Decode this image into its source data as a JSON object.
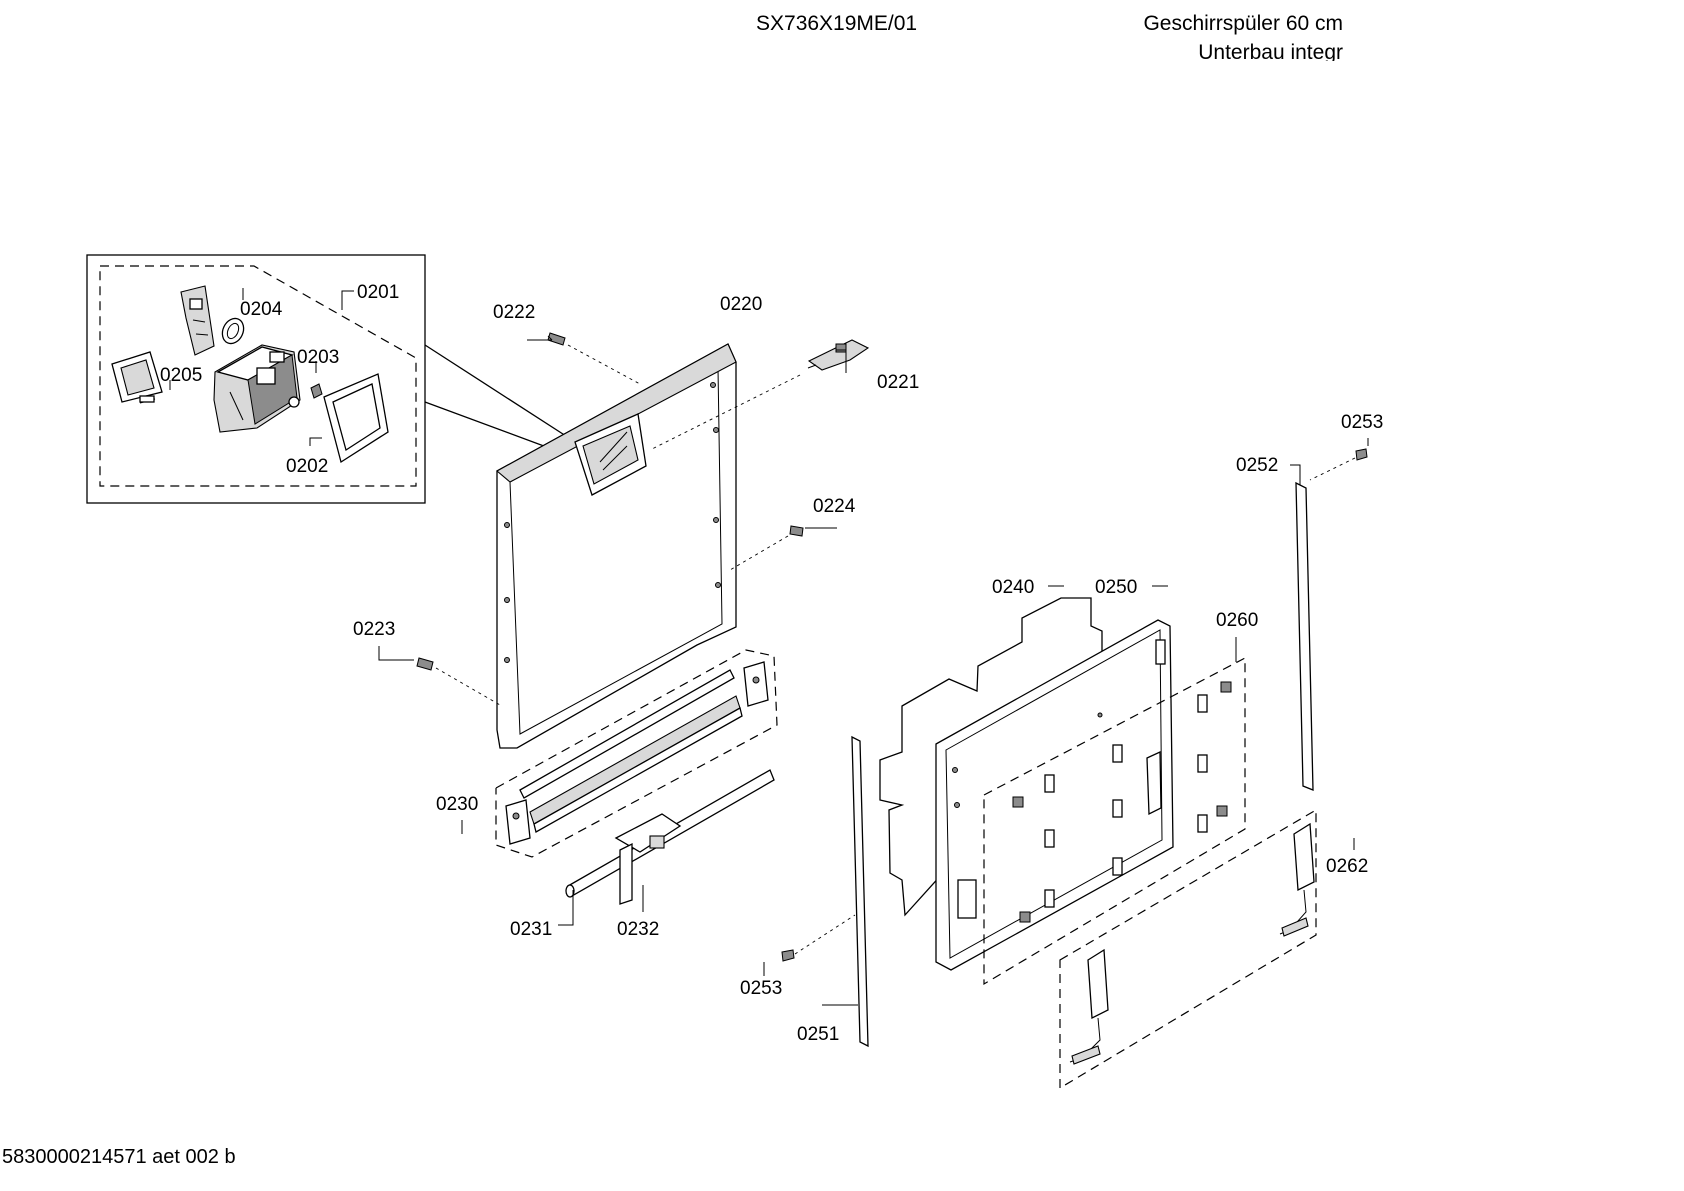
{
  "header": {
    "model": "SX736X19ME/01",
    "product": "Geschirrspüler 60 cm",
    "product_sub": "Unterbau integr"
  },
  "footer": {
    "document_id": "5830000214571 aet 002 b"
  },
  "parts": [
    "0201",
    "0202",
    "0203",
    "0204",
    "0205",
    "0220",
    "0221",
    "0222",
    "0223",
    "0224",
    "0230",
    "0231",
    "0232",
    "0240",
    "0250",
    "0251",
    "0252",
    "0253",
    "0253",
    "0260",
    "0262"
  ]
}
